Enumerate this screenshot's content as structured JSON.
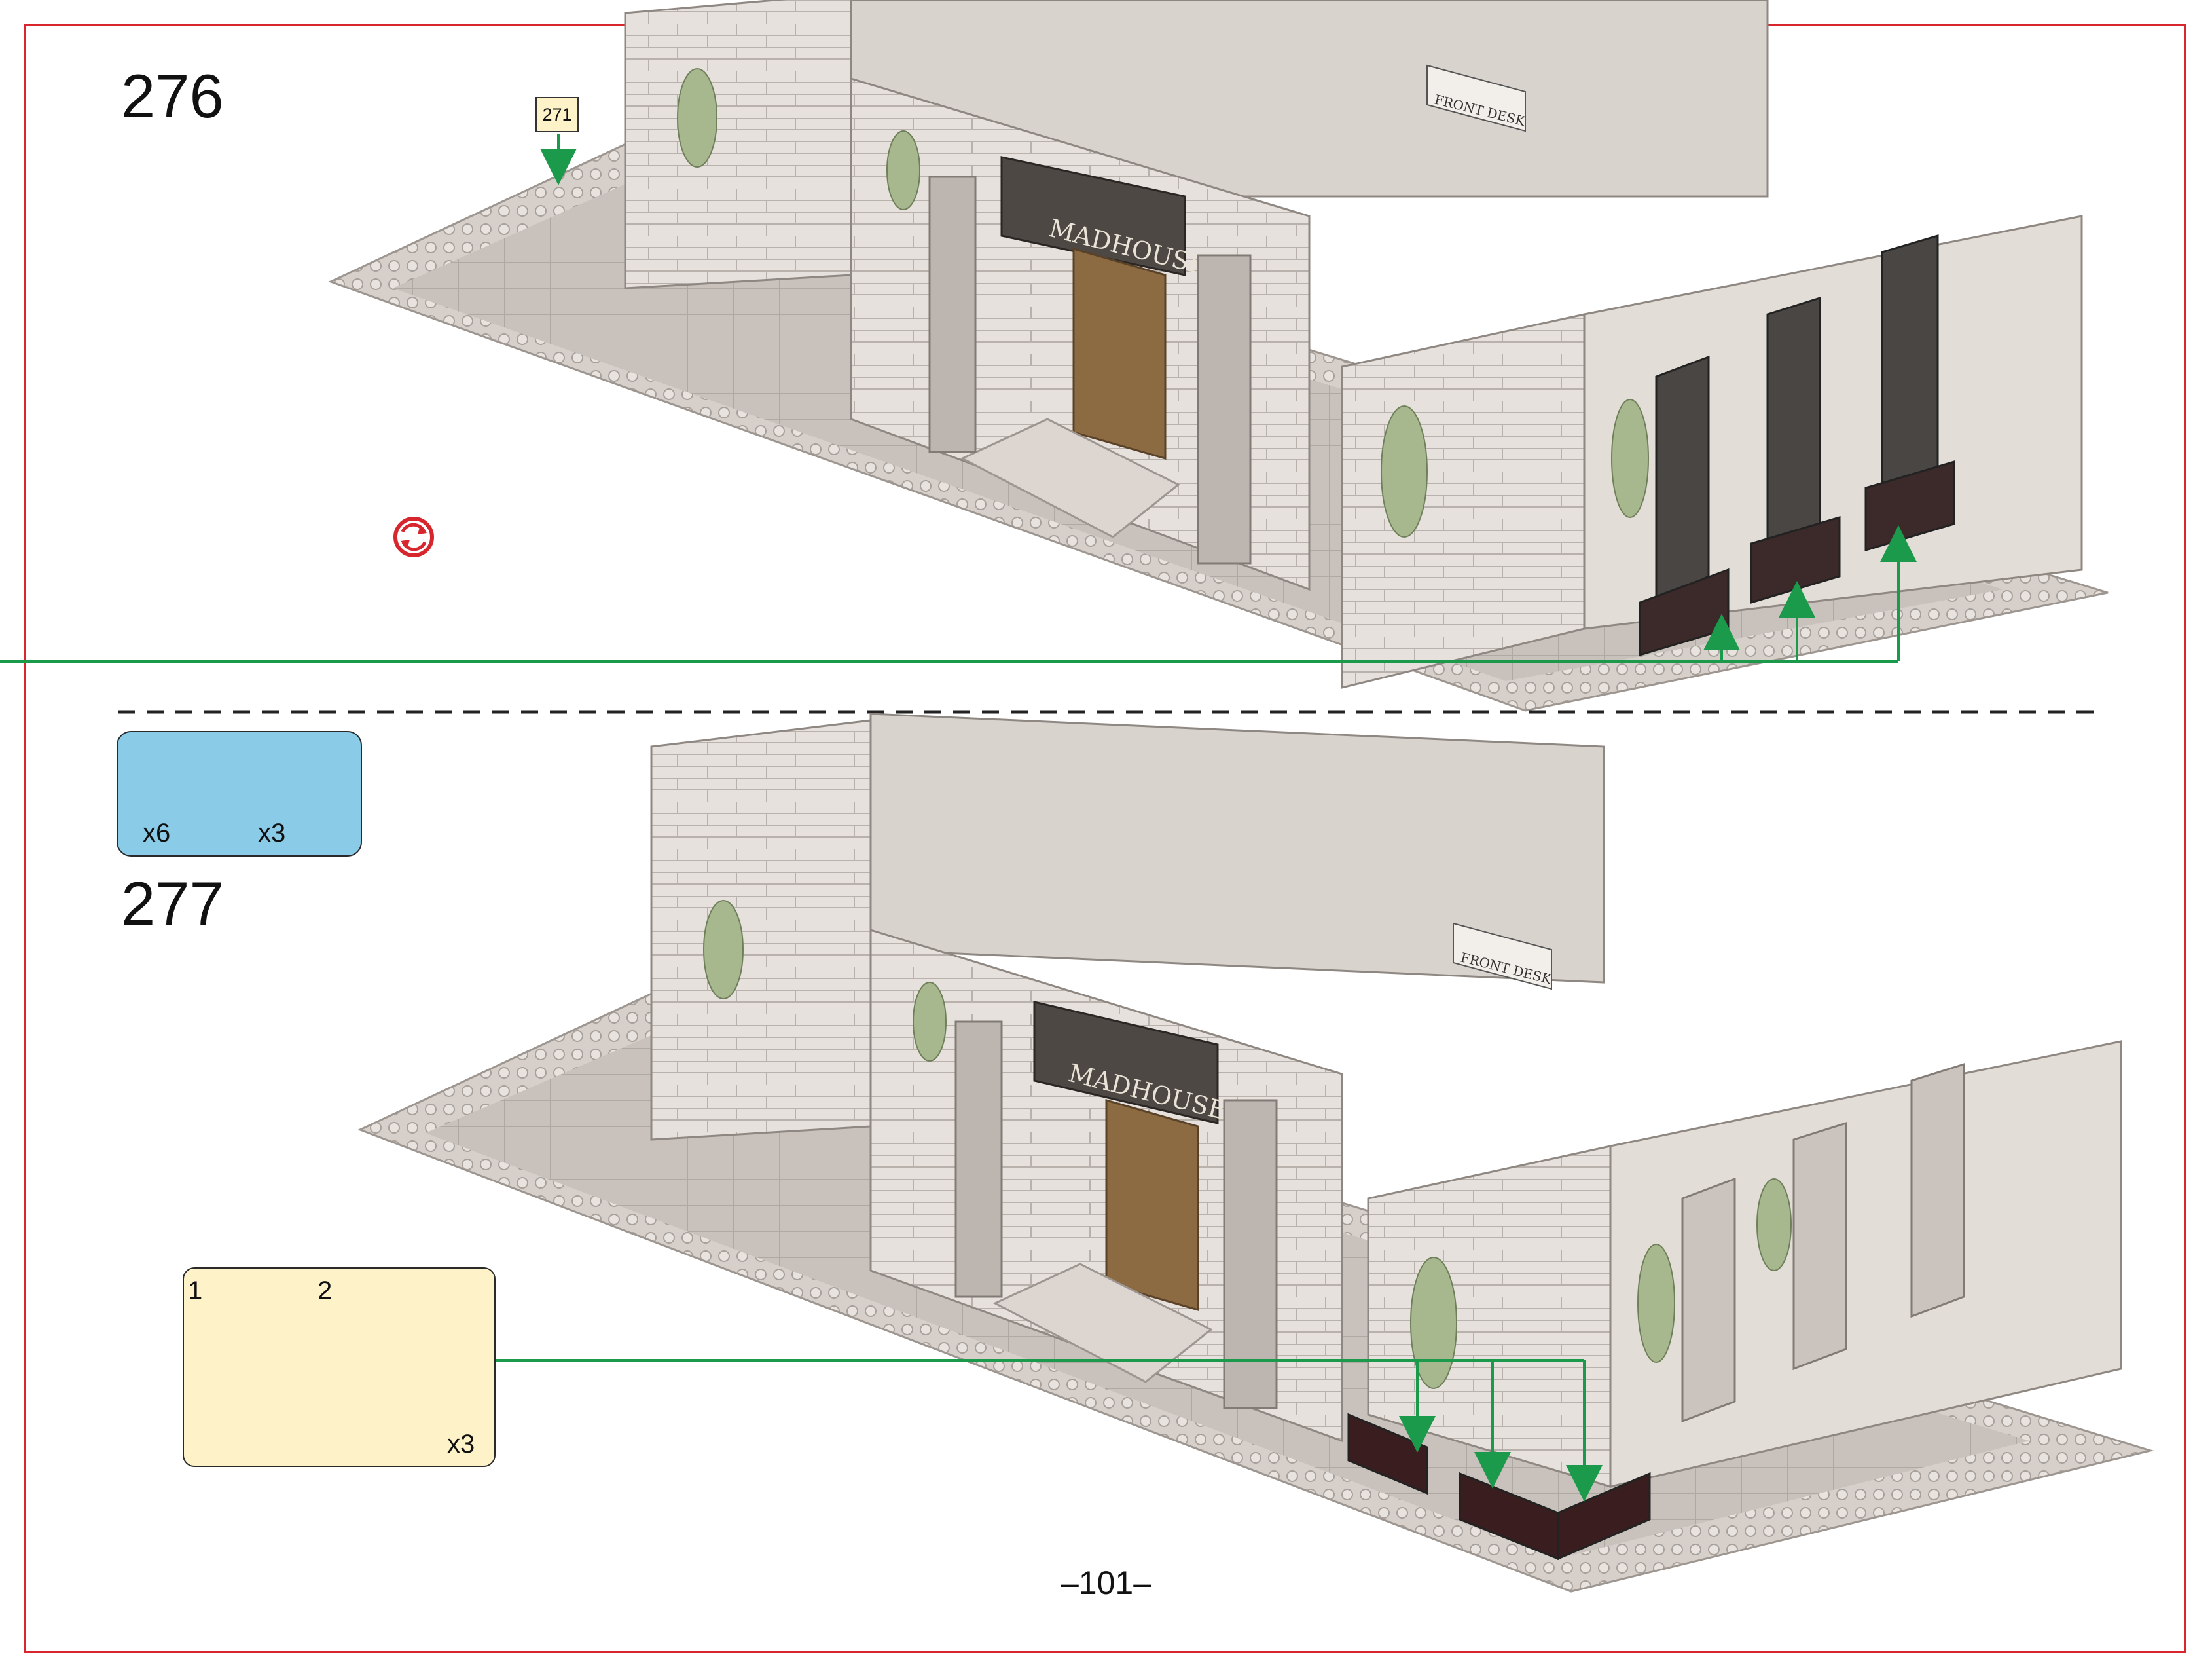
{
  "steps": [
    {
      "number": "276"
    },
    {
      "number": "277"
    }
  ],
  "reference_step": "271",
  "parts_list": [
    {
      "color": "#7a1a1c",
      "qty": "x6"
    },
    {
      "color": "#55524f",
      "qty": "x3"
    }
  ],
  "subassembly": {
    "step_labels": [
      "1",
      "2"
    ],
    "multiplier": "x3"
  },
  "sign_text": "MADHOUSE",
  "desk_text": "FRONT DESK",
  "page_number": "–101–",
  "icons": [
    "rotate-model-icon",
    "arrow-icon"
  ],
  "colors": {
    "frame": "#d7262e",
    "guide_line": "#1a9a4a",
    "parts_box": "#8acbe8",
    "subassembly_box": "#fdf2c8",
    "baseplate": "#cfc7c1",
    "wall": "#e6e1dd",
    "dark_pillar": "#4a4644",
    "dark_red": "#7a1a1c"
  }
}
